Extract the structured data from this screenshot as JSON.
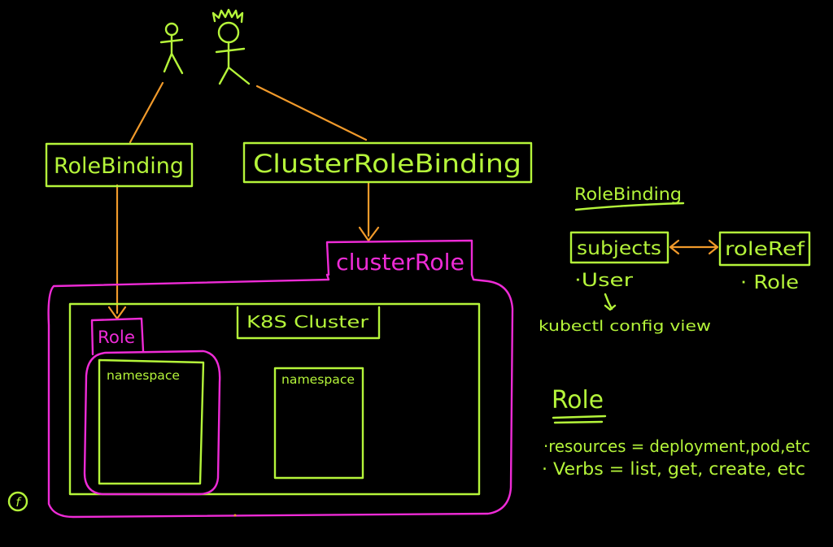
{
  "colors": {
    "background": "#000000",
    "green": "#b5f53a",
    "magenta": "#ee2bd6",
    "orange": "#f19a2b"
  },
  "diagram": {
    "rolebinding_box": "RoleBinding",
    "clusterrolebinding_box": "ClusterRoleBinding",
    "clusterrole_box": "clusterRole",
    "cluster_title": "K8S Cluster",
    "role_box": "Role",
    "namespace_left": "namespace",
    "namespace_right": "namespace",
    "user_icon": "stick-figure-icon",
    "admin_icon": "crowned-stick-figure-icon",
    "corner_icon": "circled-f-icon"
  },
  "notes": {
    "rolebinding_heading": "RoleBinding",
    "subjects": "subjects",
    "roleref": "roleRef",
    "user_item": "·User",
    "role_item": "· Role",
    "kubectl": "kubectl config view",
    "role_heading": "Role",
    "resources": "·resources = deployment,pod,etc",
    "verbs": "· Verbs = list, get, create, etc"
  }
}
